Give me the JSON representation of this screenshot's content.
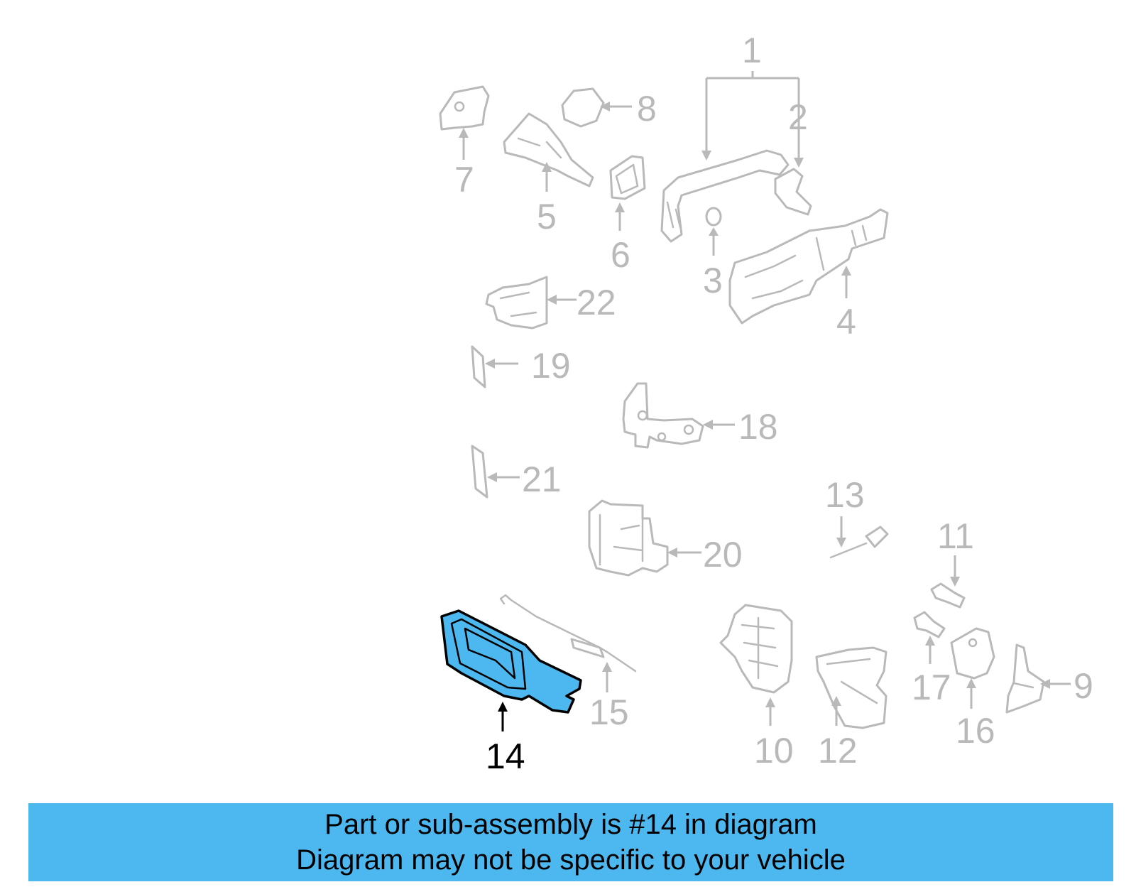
{
  "diagram": {
    "highlighted_part": "14",
    "callouts": [
      "1",
      "2",
      "3",
      "4",
      "5",
      "6",
      "7",
      "8",
      "9",
      "10",
      "11",
      "12",
      "13",
      "14",
      "15",
      "16",
      "17",
      "18",
      "19",
      "20",
      "21",
      "22"
    ],
    "colors": {
      "highlight": "#4db8f0",
      "line": "#b9b9b9",
      "highlight_outline": "#000000"
    }
  },
  "banner": {
    "line1": "Part or sub-assembly is #14 in diagram",
    "line2": "Diagram may not be specific to your vehicle",
    "background": "#4db8f0"
  }
}
